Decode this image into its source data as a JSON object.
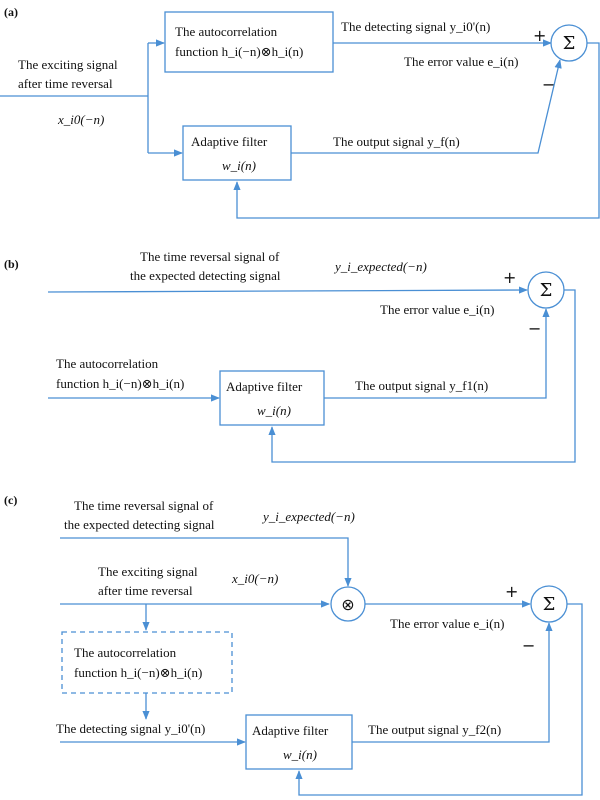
{
  "panel_a": {
    "panel_label": "(a)",
    "input_label_1": "The exciting signal",
    "input_label_2": "after time reversal",
    "input_math": "x_i0(−n)",
    "autocorr_line1": "The   autocorrelation",
    "autocorr_line2": "function h_i(−n)⊗h_i(n)",
    "detecting_label": "The detecting signal y_i0'(n)",
    "plus": "+",
    "sum_symbol": "Σ",
    "error_label": "The error value e_i(n)",
    "minus": "−",
    "filter_line1": "Adaptive filter",
    "filter_line2": "w_i(n)",
    "output_label": "The output signal y_f(n)"
  },
  "panel_b": {
    "panel_label": "(b)",
    "top_label_1": "The time reversal signal of",
    "top_label_2": "the expected detecting signal",
    "top_math": "y_i_expected(−n)",
    "plus": "+",
    "sum_symbol": "Σ",
    "error_label": "The error value e_i(n)",
    "minus": "−",
    "autocorr_line1": "The    autocorrelation",
    "autocorr_line2": "function h_i(−n)⊗h_i(n)",
    "filter_line1": "Adaptive filter",
    "filter_line2": "w_i(n)",
    "output_label": "The output signal y_f1(n)"
  },
  "panel_c": {
    "panel_label": "(c)",
    "top_label_1": "The time reversal signal of",
    "top_label_2": "the expected detecting signal",
    "top_math": "y_i_expected(−n)",
    "excite_label_1": "The exciting signal",
    "excite_label_2": "after time reversal",
    "excite_math": "x_i0(−n)",
    "mult_symbol": "⊗",
    "plus": "+",
    "sum_symbol": "Σ",
    "error_label": "The error value e_i(n)",
    "minus": "−",
    "autocorr_line1": "The   autocorrelation",
    "autocorr_line2": "function h_i(−n)⊗h_i(n)",
    "detecting_label": "The detecting signal y_i0'(n)",
    "filter_line1": "Adaptive filter",
    "filter_line2": "w_i(n)",
    "output_label": "The output signal y_f2(n)"
  }
}
